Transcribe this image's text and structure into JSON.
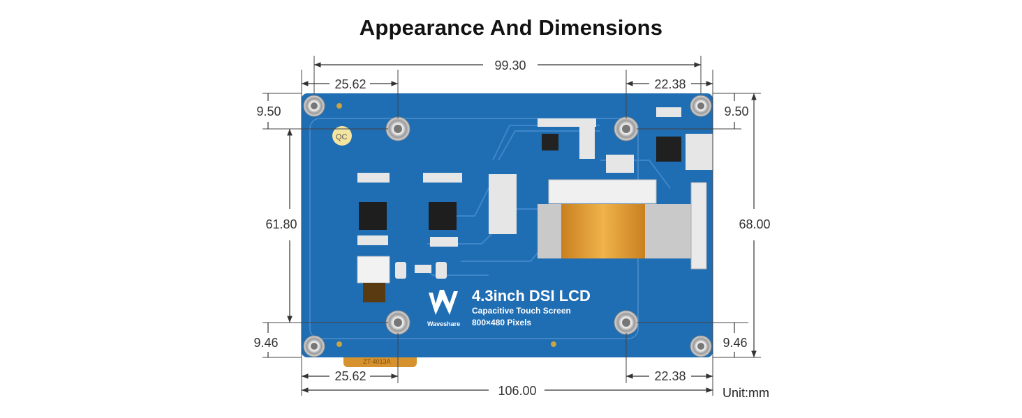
{
  "title": "Appearance And Dimensions",
  "dimensions": {
    "top_total": "99.30",
    "top_left_hole": "25.62",
    "top_right_hole": "22.38",
    "left_top_offset": "9.50",
    "right_top_offset": "9.50",
    "left_height": "61.80",
    "right_height": "68.00",
    "left_bottom_offset": "9.46",
    "right_bottom_offset": "9.46",
    "bottom_left_hole": "25.62",
    "bottom_right_hole": "22.38",
    "bottom_total": "106.00"
  },
  "unit": "Unit:mm",
  "board": {
    "product": "4.3inch DSI LCD",
    "line1": "Capacitive Touch Screen",
    "line2": "800×480 Pixels",
    "brand": "Waveshare",
    "qc_label": "QC",
    "fpc_label": "ZT-4013A",
    "colors": {
      "pcb": "#1f6db3",
      "pcb_dark": "#16579a",
      "fpc": "#e8a23a",
      "metal": "#c9c9c9"
    }
  }
}
